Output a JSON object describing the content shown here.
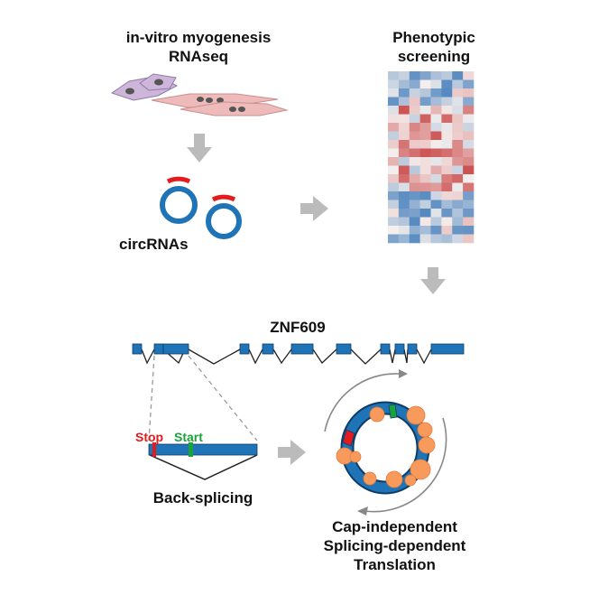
{
  "labels": {
    "myogenesis": [
      "in-vitro myogenesis",
      "RNAseq"
    ],
    "screening": [
      "Phenotypic",
      "screening"
    ],
    "circrnas": "circRNAs",
    "gene": "ZNF609",
    "stop": "Stop",
    "start": "Start",
    "backsplicing": "Back-splicing",
    "translation": [
      "Cap-independent",
      "Splicing-dependent",
      "Translation"
    ]
  },
  "colors": {
    "blue": "#1f73b7",
    "red": "#e41a1c",
    "green": "#1aa33a",
    "orange": "#f79a5c",
    "arrow_gray": "#bbbbbb",
    "line": "#222222"
  },
  "heatmap": {
    "rows": 20,
    "cols": 8,
    "palette": "blue-white-red"
  }
}
